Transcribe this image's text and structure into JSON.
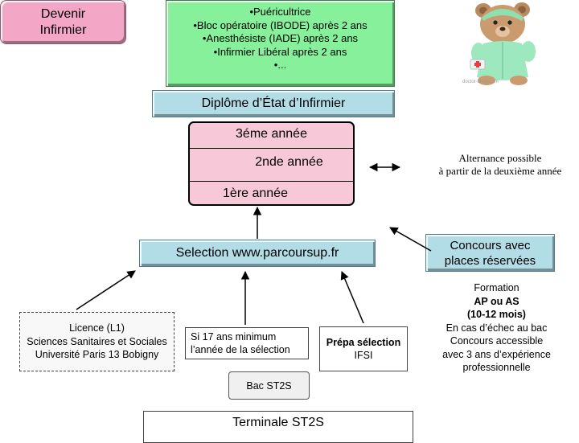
{
  "devenir": {
    "line1": "Devenir",
    "line2": "Infirmier"
  },
  "specialisations": {
    "items": [
      "•Puéricultrice",
      "•Bloc opératoire (IBODE) après 2 ans",
      "•Anesthésiste (IADE) après 2 ans",
      "•Infirmier Libéral après 2 ans",
      "•..."
    ]
  },
  "diplome": "Diplôme d’État d’Infirmier",
  "annees": {
    "troisieme": "3éme année",
    "deuxieme": "2nde année",
    "premiere": "1ère année"
  },
  "alternance": {
    "line1": "Alternance possible",
    "line2": "à partir de la deuxième année"
  },
  "selection": "Selection www.parcoursup.fr",
  "concours": {
    "line1": "Concours avec",
    "line2": "places réservées"
  },
  "licence": {
    "line1": "Licence (L1)",
    "line2": "Sciences Sanitaires et Sociales",
    "line3": "Université Paris 13 Bobigny"
  },
  "condition_age": {
    "line1": "Si 17 ans minimum",
    "line2": "l’année de la sélection"
  },
  "prepa": {
    "line1": "Prépa sélection",
    "line2": "IFSI"
  },
  "formation": {
    "line1": "Formation",
    "line2": "AP ou AS",
    "line3": "(10-12 mois)",
    "line4": "En cas d’échec au bac",
    "line5": "Concours accessible",
    "line6": "avec 3 ans d’expérience",
    "line7": "professionnelle"
  },
  "bac": "Bac ST2S",
  "terminale": "Terminale  ST2S",
  "image_caption": "doctor-shop.com",
  "colors": {
    "pink": "#f3a6c6",
    "green": "#86f09a",
    "light_blue": "#b3dde6",
    "light_pink": "#f7c8d8"
  },
  "icons": {
    "illustration": "teddy-bear-nurse-icon"
  }
}
